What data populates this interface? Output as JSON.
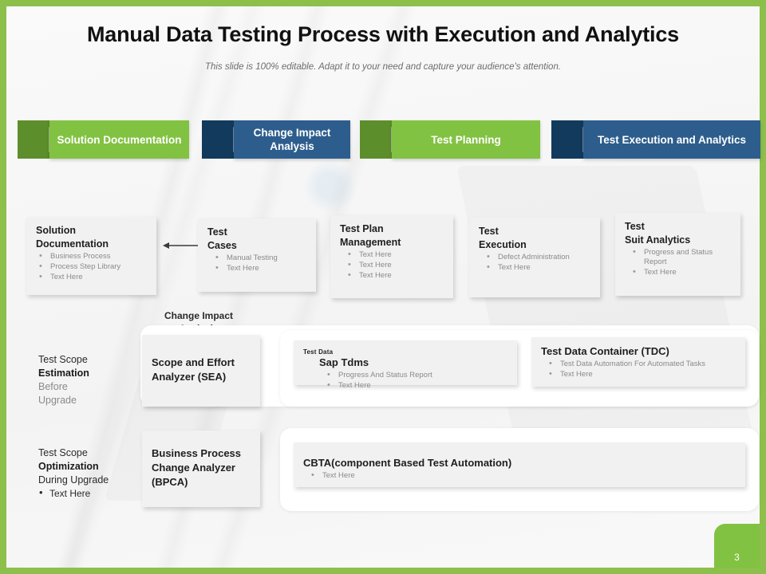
{
  "slide": {
    "title": "Manual Data Testing Process with Execution and Analytics",
    "subtitle": "This slide is 100% editable. Adapt it to your need and capture your audience's attention.",
    "page_number": "3",
    "accent_green": "#82c242",
    "accent_green_dark": "#5d8e2c",
    "accent_blue": "#2d5d8c",
    "accent_blue_dark": "#123a5c"
  },
  "banner_steps": [
    {
      "label": "Solution Documentation",
      "color": "green"
    },
    {
      "label": "Change Impact Analysis",
      "color": "blue"
    },
    {
      "label": "Test Planning",
      "color": "green"
    },
    {
      "label": "Test Execution and Analytics",
      "color": "blue"
    }
  ],
  "row1_cards": [
    {
      "title_line1": "Solution",
      "title_line2": "Documentation",
      "bullets": [
        "Business Process",
        "Process Step Library",
        "Text Here"
      ]
    },
    {
      "title_line1": "Test",
      "title_line2": "Cases",
      "bullets": [
        "Manual Testing",
        "Text Here"
      ]
    },
    {
      "title_line1": "Test Plan",
      "title_line2": "Management",
      "bullets": [
        "Text Here",
        "Text Here",
        "Text Here"
      ]
    },
    {
      "title_line1": "Test",
      "title_line2": "Execution",
      "bullets": [
        "Defect Administration",
        "Text Here"
      ]
    },
    {
      "title_line1": "Test",
      "title_line2": "Suit Analytics",
      "bullets": [
        "Progress and Status Report",
        "Text Here"
      ]
    }
  ],
  "mid_label": {
    "line1": "Change Impact",
    "line2": "Analysis"
  },
  "stage_estimation": {
    "line1": "Test Scope",
    "line2": "Estimation",
    "line3": "Before",
    "line4": "Upgrade"
  },
  "stage_optimization": {
    "line1": "Test Scope",
    "line2": "Optimization",
    "line3": "During Upgrade",
    "bullet": "Text Here"
  },
  "sea_card": {
    "line1": "Scope and Effort",
    "line2": "Analyzer (SEA)"
  },
  "bpca_card": {
    "line1": "Business Process",
    "line2": "Change Analyzer",
    "line3": "(BPCA)"
  },
  "tdms_card": {
    "eyebrow": "Test Data",
    "title": "Sap Tdms",
    "bullets": [
      "Progress And Status Report",
      "Text Here"
    ]
  },
  "tdc_card": {
    "title": "Test Data Container (TDC)",
    "bullets": [
      "Test Data Automation For Automated Tasks",
      "Text Here"
    ]
  },
  "cbta_card": {
    "title": "CBTA(component Based Test Automation)",
    "bullets": [
      "Text Here"
    ]
  }
}
